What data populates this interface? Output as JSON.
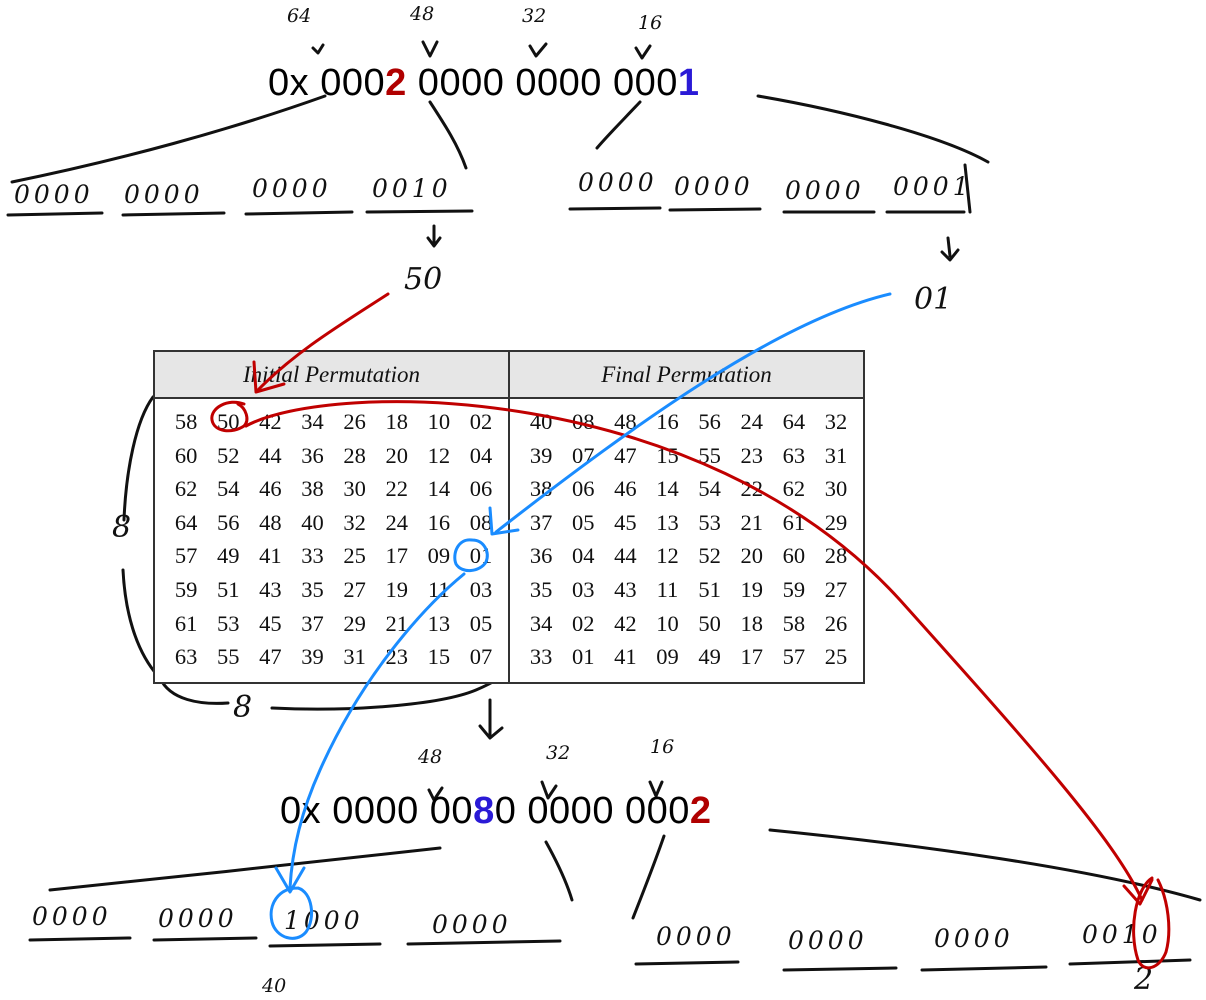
{
  "top_hex": {
    "prefix": "0x ",
    "g1": "000",
    "g1_hl": "2",
    "g2": " 0000 0000 ",
    "g4": "000",
    "g4_hl": "1"
  },
  "top_bit_labels": [
    "64",
    "48",
    "32",
    "16"
  ],
  "top_left_bits": [
    "0000",
    "0000",
    "0000",
    "0010"
  ],
  "top_right_bits": [
    "0000",
    "0000",
    "0000",
    "0001"
  ],
  "top_left_value": "50",
  "top_right_value": "01",
  "table": {
    "initial_header": "Initial Permutation",
    "final_header": "Final Permutation",
    "initial_rows": [
      [
        "58",
        "50",
        "42",
        "34",
        "26",
        "18",
        "10",
        "02"
      ],
      [
        "60",
        "52",
        "44",
        "36",
        "28",
        "20",
        "12",
        "04"
      ],
      [
        "62",
        "54",
        "46",
        "38",
        "30",
        "22",
        "14",
        "06"
      ],
      [
        "64",
        "56",
        "48",
        "40",
        "32",
        "24",
        "16",
        "08"
      ],
      [
        "57",
        "49",
        "41",
        "33",
        "25",
        "17",
        "09",
        "01"
      ],
      [
        "59",
        "51",
        "43",
        "35",
        "27",
        "19",
        "11",
        "03"
      ],
      [
        "61",
        "53",
        "45",
        "37",
        "29",
        "21",
        "13",
        "05"
      ],
      [
        "63",
        "55",
        "47",
        "39",
        "31",
        "23",
        "15",
        "07"
      ]
    ],
    "final_rows": [
      [
        "40",
        "08",
        "48",
        "16",
        "56",
        "24",
        "64",
        "32"
      ],
      [
        "39",
        "07",
        "47",
        "15",
        "55",
        "23",
        "63",
        "31"
      ],
      [
        "38",
        "06",
        "46",
        "14",
        "54",
        "22",
        "62",
        "30"
      ],
      [
        "37",
        "05",
        "45",
        "13",
        "53",
        "21",
        "61",
        "29"
      ],
      [
        "36",
        "04",
        "44",
        "12",
        "52",
        "20",
        "60",
        "28"
      ],
      [
        "35",
        "03",
        "43",
        "11",
        "51",
        "19",
        "59",
        "27"
      ],
      [
        "34",
        "02",
        "42",
        "10",
        "50",
        "18",
        "58",
        "26"
      ],
      [
        "33",
        "01",
        "41",
        "09",
        "49",
        "17",
        "57",
        "25"
      ]
    ]
  },
  "row_count_label": "8",
  "col_count_label": "8",
  "bottom_bit_labels": [
    "48",
    "32",
    "16"
  ],
  "bottom_hex": {
    "prefix": "0x ",
    "g1": "0000 ",
    "g2": "00",
    "g2_hl": "8",
    "g2_tail": "0",
    "g3": " 0000 ",
    "g4": "000",
    "g4_hl": "2"
  },
  "bottom_left_bits": [
    "0000",
    "0000",
    "1000",
    "0000"
  ],
  "bottom_right_bits": [
    "0000",
    "0000",
    "0000",
    "0010"
  ],
  "bottom_left_value": "40",
  "bottom_right_value": "2",
  "colors": {
    "red": "#c00000",
    "blue": "#1a8cff",
    "hex_blue": "#2a1ad6",
    "hex_red": "#b00000",
    "ink": "#111111"
  }
}
